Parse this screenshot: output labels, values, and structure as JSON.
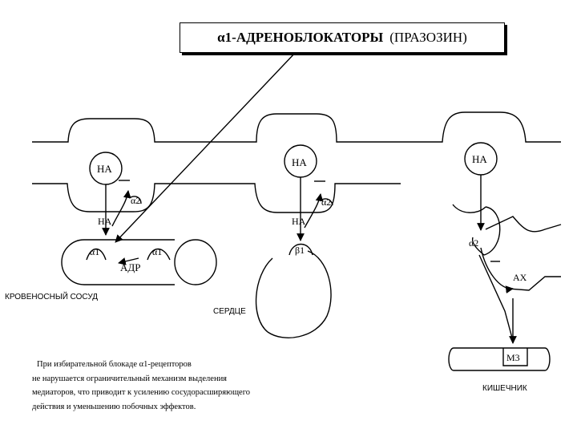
{
  "title": {
    "main": "α1-АДРЕНОБЛОКАТОРЫ",
    "sub": "(ПРАЗОЗИН)"
  },
  "labels": {
    "na": "НА",
    "alpha1": "α1",
    "alpha2": "α2",
    "beta1": "β1",
    "adr": "АДР",
    "ax": "АХ",
    "m3": "М3",
    "minus": "–"
  },
  "captions": {
    "vessel": "КРОВЕНОСНЫЙ СОСУД",
    "heart": "СЕРДЦЕ",
    "intestine": "КИШЕЧНИК"
  },
  "note": [
    "При избирательной блокаде α1-рецепторов",
    "не нарушается ограничительный механизм выделения",
    "медиаторов, что приводит к усилению сосудорасширяющего",
    "действия и уменьшению побочных эффектов."
  ]
}
